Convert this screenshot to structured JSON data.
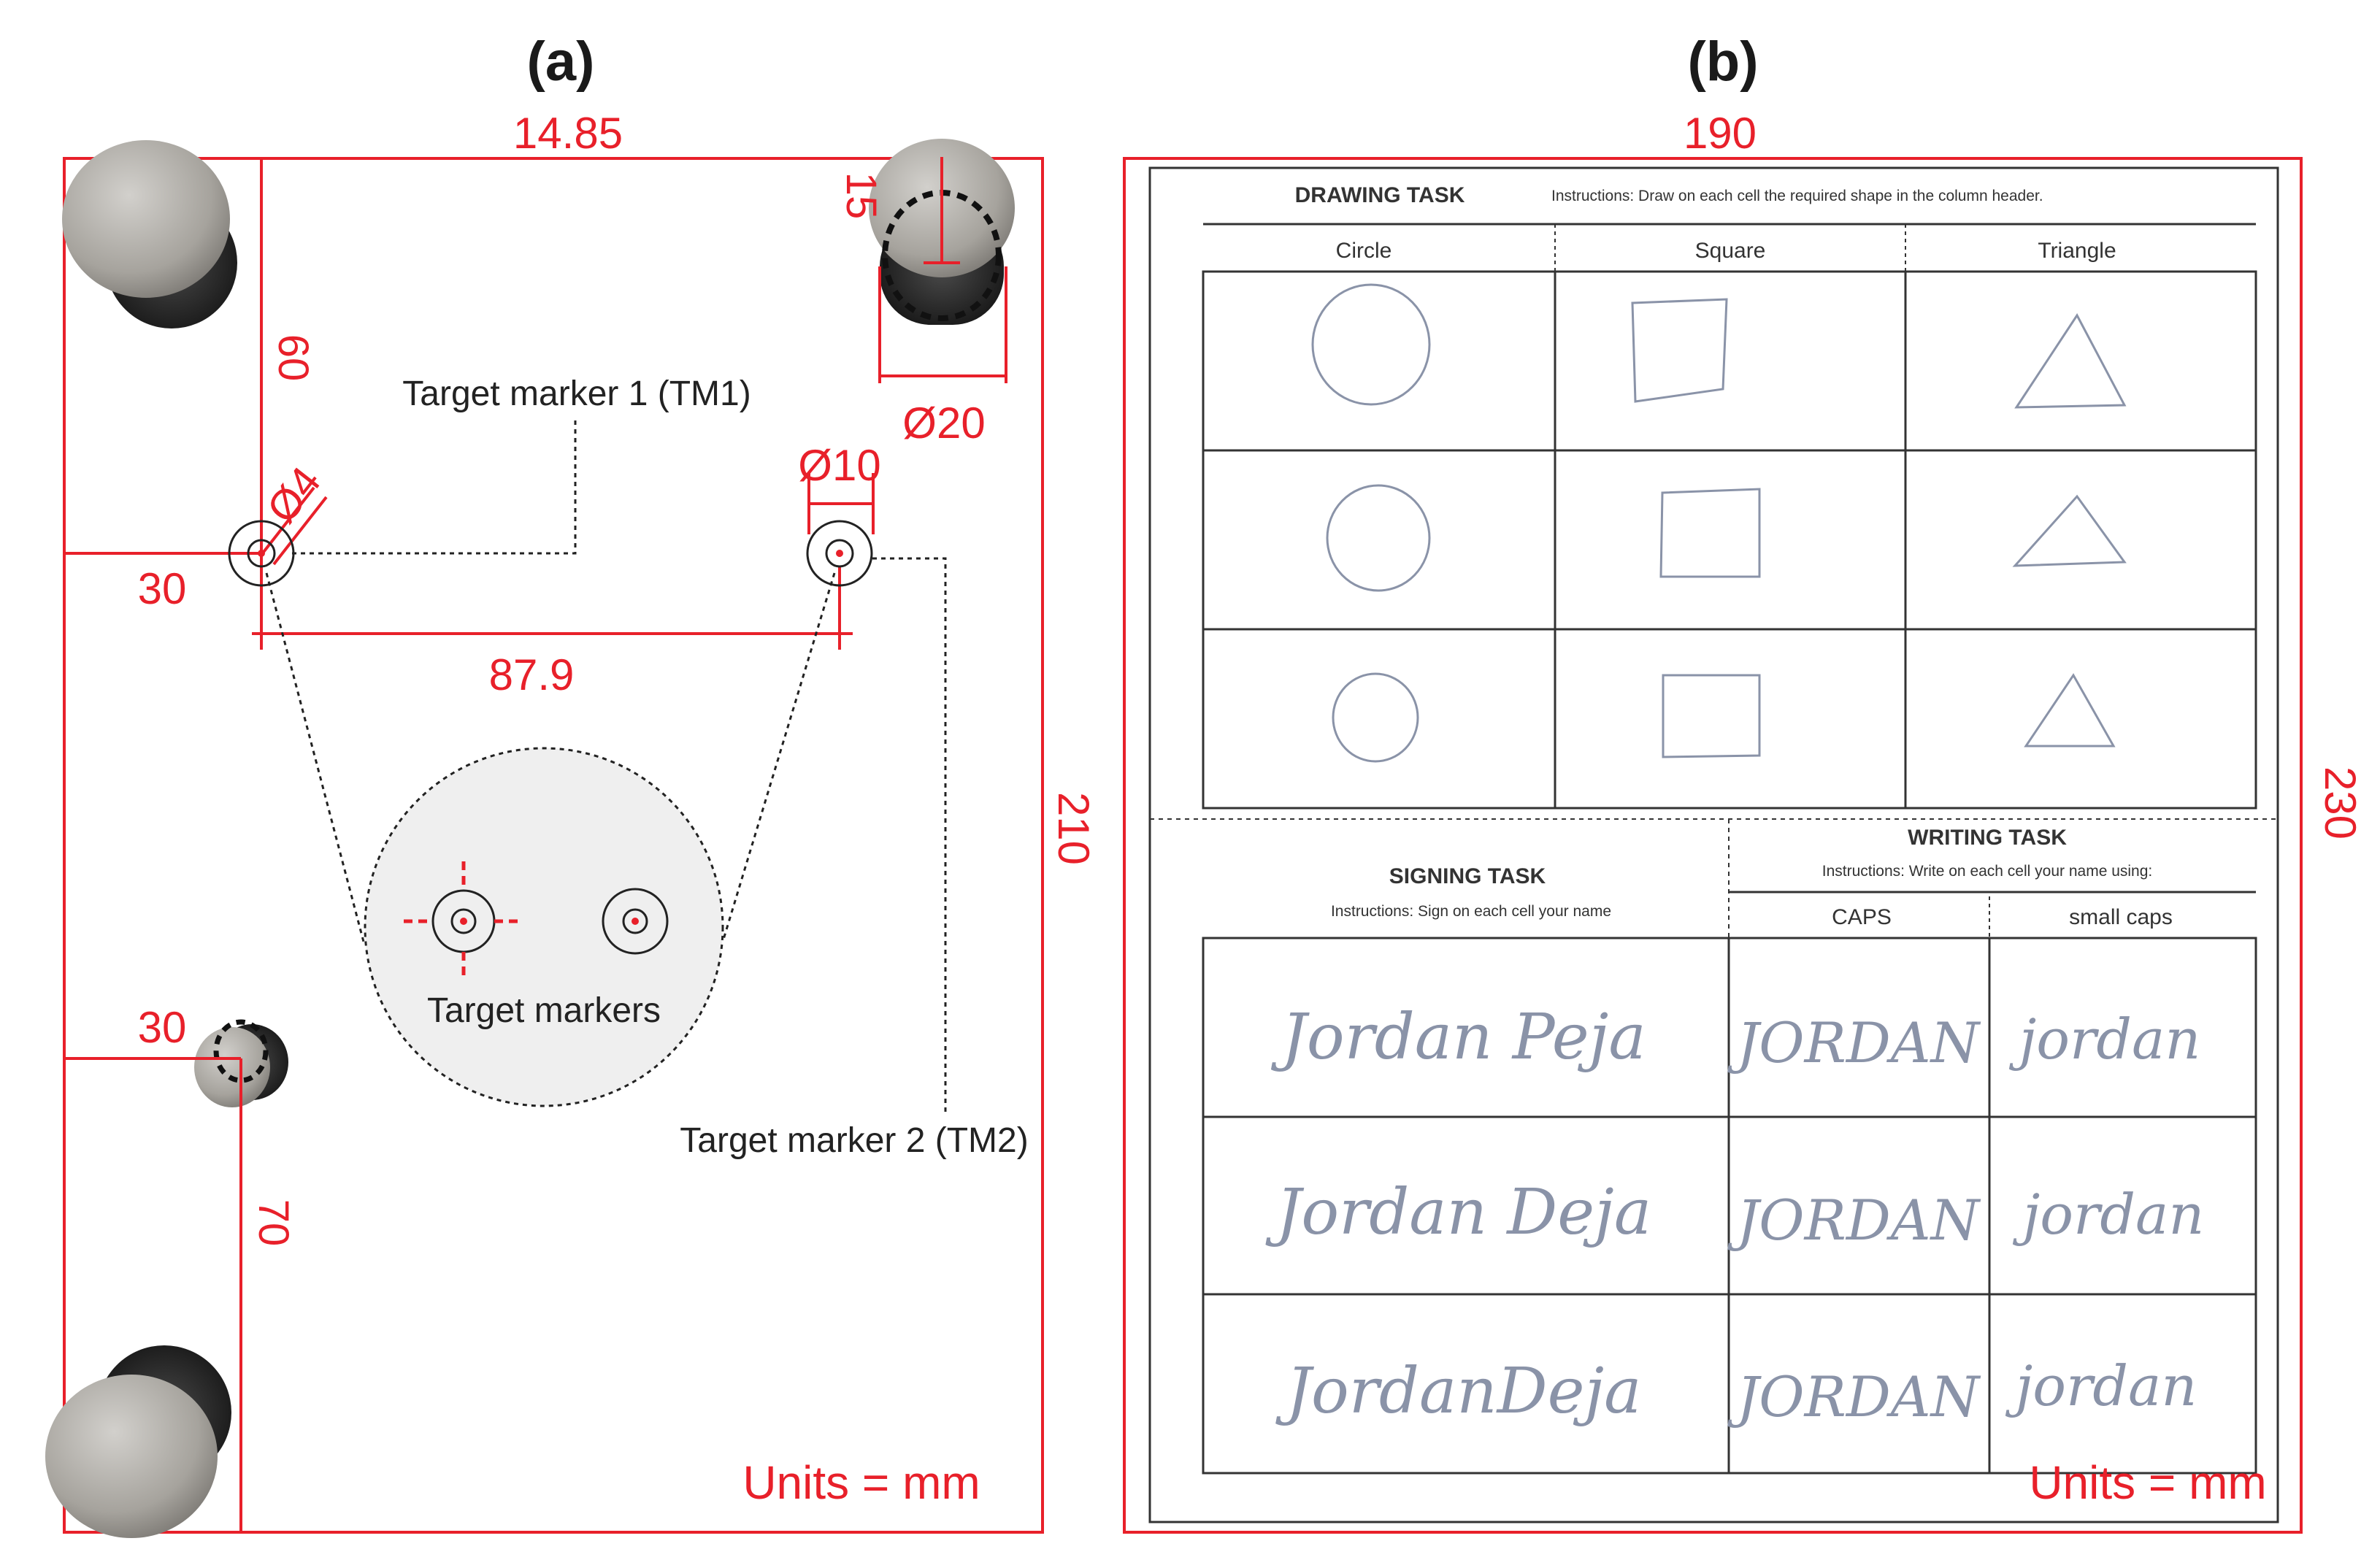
{
  "panels": {
    "a": {
      "label": "(a)",
      "dim_width": "14.85",
      "dim_height": "210",
      "dim_top_left_vertical": "60",
      "dim_left_horizontal": "30",
      "dim_hole": "Ø4",
      "dim_marker2": "Ø10",
      "dim_knob_offset": "15",
      "dim_knob_diameter": "Ø20",
      "dim_marker_spacing": "87.9",
      "dim_lower_knob_offset": "30",
      "dim_lower_vertical": "70",
      "label_tm1": "Target marker 1 (TM1)",
      "label_tm2": "Target marker 2 (TM2)",
      "label_markers": "Target markers",
      "units": "Units = mm"
    },
    "b": {
      "label": "(b)",
      "dim_width": "190",
      "dim_height": "230",
      "units": "Units = mm",
      "drawing_title": "DRAWING TASK",
      "drawing_instructions": "Instructions: Draw on each cell the required shape in the column header.",
      "drawing_columns": [
        "Circle",
        "Square",
        "Triangle"
      ],
      "signing_title": "SIGNING TASK",
      "signing_instructions": "Instructions: Sign on each cell your name",
      "writing_title": "WRITING TASK",
      "writing_instructions": "Instructions: Write on each cell your name using:",
      "writing_columns": [
        "CAPS",
        "small caps"
      ],
      "signatures": [
        "Jordan Peja",
        "Jordan Deja",
        "JordanDeja"
      ],
      "caps": [
        "JORDAN",
        "JORDAN",
        "JORDAN"
      ],
      "small_caps": [
        "jordan",
        "jordan",
        "jordan"
      ]
    }
  },
  "colors": {
    "dimension": "#e8202a",
    "ink": "#222222",
    "pencil": "#8a93a8"
  }
}
